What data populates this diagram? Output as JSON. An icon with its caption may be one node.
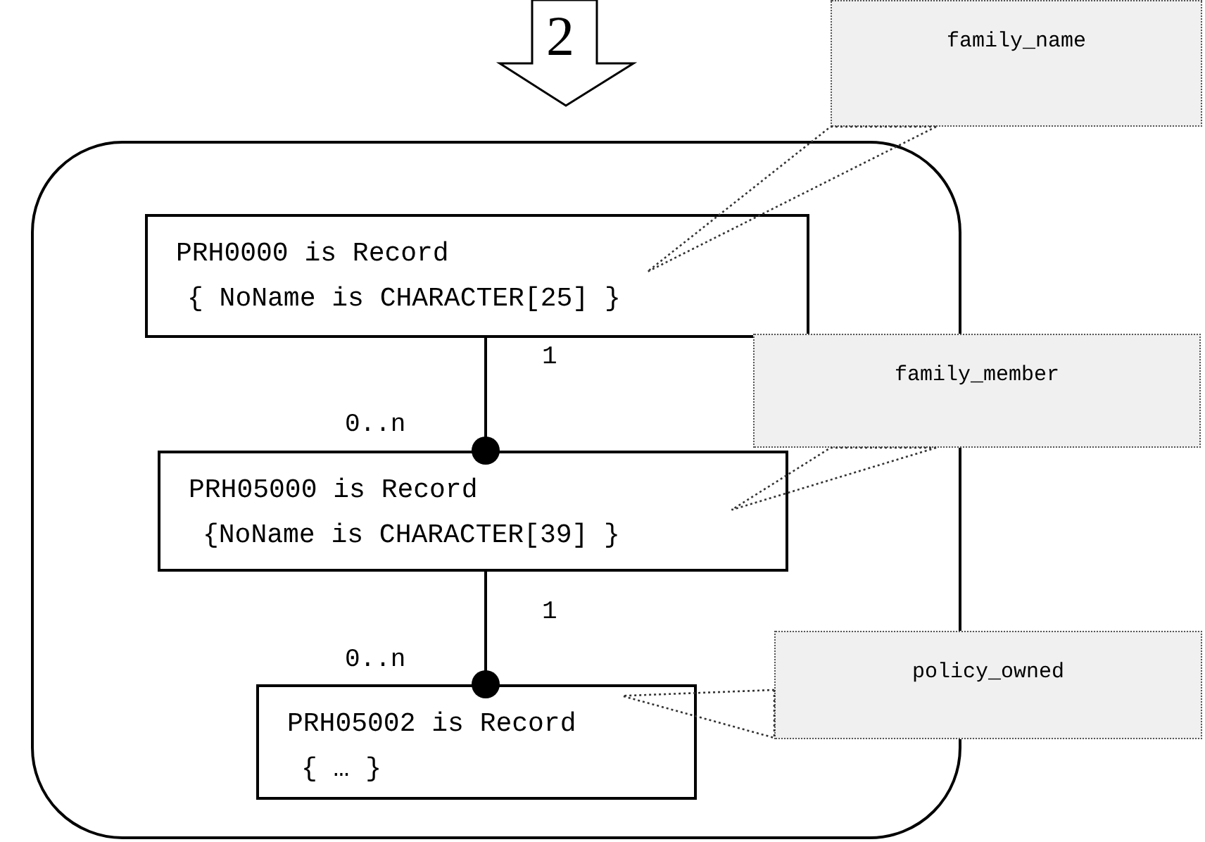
{
  "diagram": {
    "nodes": [
      {
        "text": [],
        "shape": "box"
      },
      {
        "text": [
          "PRH0000 is Record",
          "{ NoName is CHARACTER[25] }"
        ],
        "in": 0
      },
      {
        "text": [
          "PRH05000 is Record",
          "{NoName is CHARACTER[39] }"
        ],
        "in": 0
      },
      {
        "text": [
          "PRH05002 is Record",
          "{ … }"
        ],
        "in": 0
      },
      {
        "text": [
          "family_name"
        ]
      },
      {
        "text": [
          "family_member"
        ]
      },
      {
        "text": [
          "policy_owned"
        ]
      }
    ],
    "edges": [
      {
        "from": 1,
        "to": 2,
        "arrow": "other"
      },
      {
        "from": 2,
        "to": 3,
        "arrow": "other"
      },
      {
        "from": 4,
        "to": 1,
        "arrow": "none",
        "style": "dashed"
      },
      {
        "from": 5,
        "to": 2,
        "arrow": "none",
        "style": "dashed"
      },
      {
        "from": 6,
        "to": 3,
        "arrow": "none",
        "style": "dashed"
      }
    ],
    "labels": [
      "2",
      "1",
      "0..n",
      "1",
      "0..n"
    ]
  }
}
